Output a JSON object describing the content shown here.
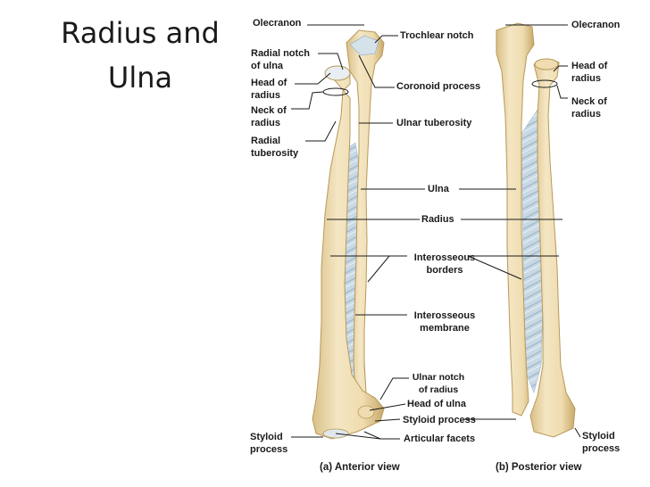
{
  "title": {
    "line1": "Radius and",
    "line2": "Ulna"
  },
  "colors": {
    "bone": "#efdcb0",
    "bone_shadow": "#d9bf86",
    "bone_edge": "#b8995a",
    "membrane": "#c9d9e4",
    "membrane_fiber": "#9fb9cc",
    "membrane_edge": "#e6eef4",
    "leader": "#1a1a1a"
  },
  "labels": {
    "olecranon_a": [
      "Olecranon"
    ],
    "trochlear_notch": [
      "Trochlear notch"
    ],
    "radial_notch": [
      "Radial notch",
      "of ulna"
    ],
    "head_radius_a": [
      "Head of",
      "radius"
    ],
    "coronoid": [
      "Coronoid process"
    ],
    "neck_radius_a": [
      "Neck of",
      "radius"
    ],
    "ulnar_tuberosity": [
      "Ulnar tuberosity"
    ],
    "radial_tuberosity": [
      "Radial",
      "tuberosity"
    ],
    "ulna": [
      "Ulna"
    ],
    "radius": [
      "Radius"
    ],
    "interosseous_borders": [
      "Interosseous",
      "borders"
    ],
    "interosseous_membrane": [
      "Interosseous",
      "membrane"
    ],
    "ulnar_notch": [
      "Ulnar notch",
      "of radius"
    ],
    "head_ulna": [
      "Head of ulna"
    ],
    "styloid_center": [
      "Styloid process"
    ],
    "styloid_left": [
      "Styloid",
      "process"
    ],
    "articular_facets": [
      "Articular facets"
    ],
    "olecranon_b": [
      "Olecranon"
    ],
    "head_radius_b": [
      "Head of",
      "radius"
    ],
    "neck_radius_b": [
      "Neck of",
      "radius"
    ],
    "styloid_right": [
      "Styloid",
      "process"
    ]
  },
  "captions": {
    "anterior": "(a) Anterior view",
    "posterior": "(b) Posterior view"
  }
}
